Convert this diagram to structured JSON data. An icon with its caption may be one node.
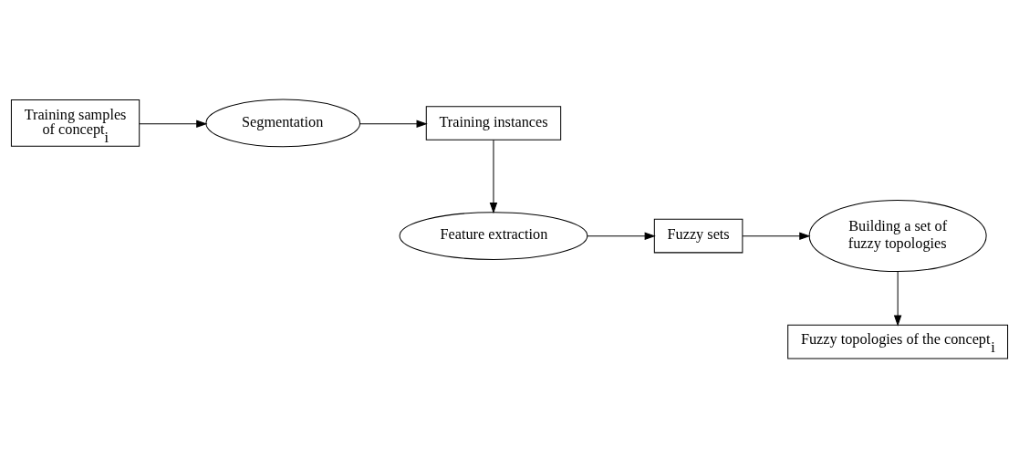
{
  "diagram": {
    "nodes": [
      {
        "text": [
          "Training samples of concept$_{i}$"
        ]
      },
      {
        "text": [
          "Segmentation"
        ]
      },
      {
        "text": [
          "Training instances"
        ]
      },
      {
        "text": [
          "Feature extraction"
        ]
      },
      {
        "text": [
          "Fuzzy sets"
        ]
      },
      {
        "text": [
          "Building a set of fuzzy topologies"
        ]
      },
      {
        "text": [
          "Fuzzy topologies of the concept$_{i}$"
        ]
      }
    ],
    "edges": [
      {
        "from": 0,
        "to": 1,
        "arrow": "to"
      },
      {
        "from": 1,
        "to": 2,
        "arrow": "to"
      },
      {
        "from": 2,
        "to": 3,
        "arrow": "to"
      },
      {
        "from": 3,
        "to": 4,
        "arrow": "to"
      },
      {
        "from": 4,
        "to": 5,
        "arrow": "to"
      },
      {
        "from": 5,
        "to": 6,
        "arrow": "to"
      }
    ]
  }
}
